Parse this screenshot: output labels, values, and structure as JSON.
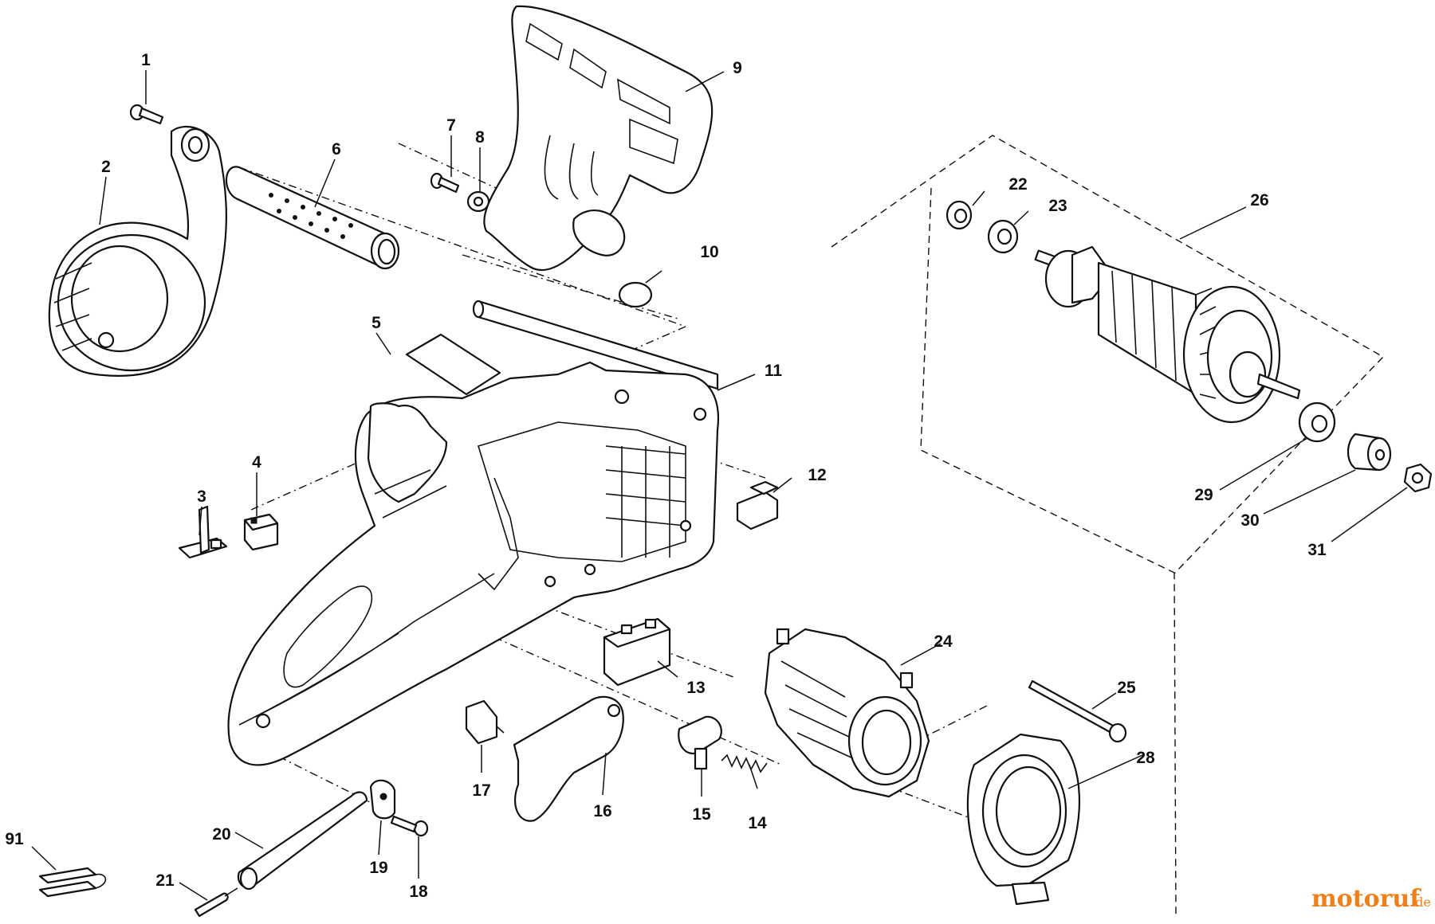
{
  "diagram": {
    "callouts": [
      "1",
      "2",
      "3",
      "4",
      "5",
      "6",
      "7",
      "8",
      "9",
      "10",
      "11",
      "12",
      "13",
      "14",
      "15",
      "16",
      "17",
      "18",
      "19",
      "20",
      "21",
      "22",
      "23",
      "24",
      "25",
      "26",
      "28",
      "29",
      "30",
      "31",
      "91"
    ]
  },
  "watermark": {
    "brand": "motoruf",
    "suffix": ".de",
    "color": "#f07f19"
  }
}
